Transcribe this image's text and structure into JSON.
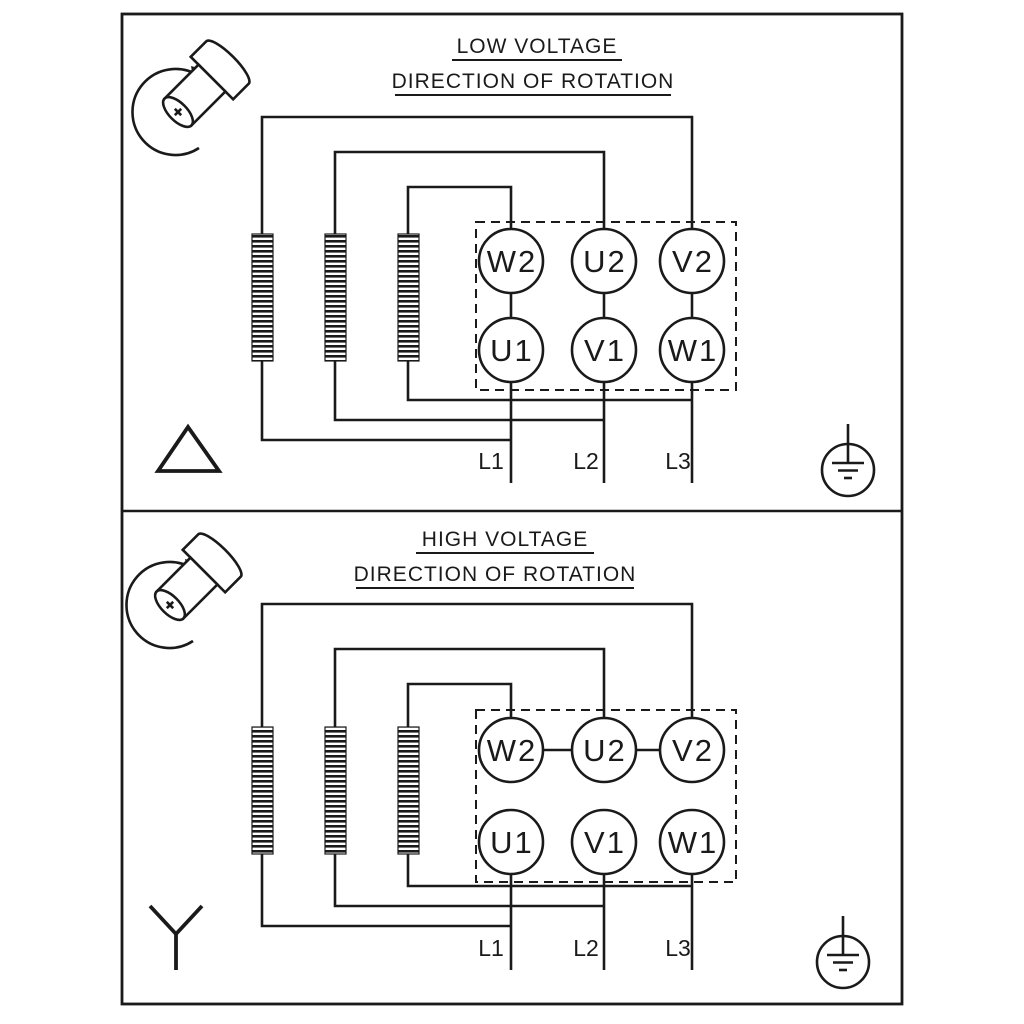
{
  "diagram": {
    "panels": [
      {
        "title": "LOW VOLTAGE",
        "subtitle": "DIRECTION OF ROTATION",
        "connection": "delta",
        "terminals": {
          "top": [
            "W2",
            "U2",
            "V2"
          ],
          "bottom": [
            "U1",
            "V1",
            "W1"
          ]
        },
        "supply_lines": [
          "L1",
          "L2",
          "L3"
        ]
      },
      {
        "title": "HIGH VOLTAGE",
        "subtitle": "DIRECTION OF ROTATION",
        "connection": "star",
        "terminals": {
          "top": [
            "W2",
            "U2",
            "V2"
          ],
          "bottom": [
            "U1",
            "V1",
            "W1"
          ]
        },
        "supply_lines": [
          "L1",
          "L2",
          "L3"
        ]
      }
    ],
    "icons": {
      "rotation": "shaft-rotation-arrow-icon",
      "low_voltage_connection": "delta-symbol",
      "high_voltage_connection": "wye-symbol",
      "earth": "earth-ground-icon"
    },
    "colors": {
      "line": "#1a1a1a",
      "background": "#ffffff"
    }
  }
}
